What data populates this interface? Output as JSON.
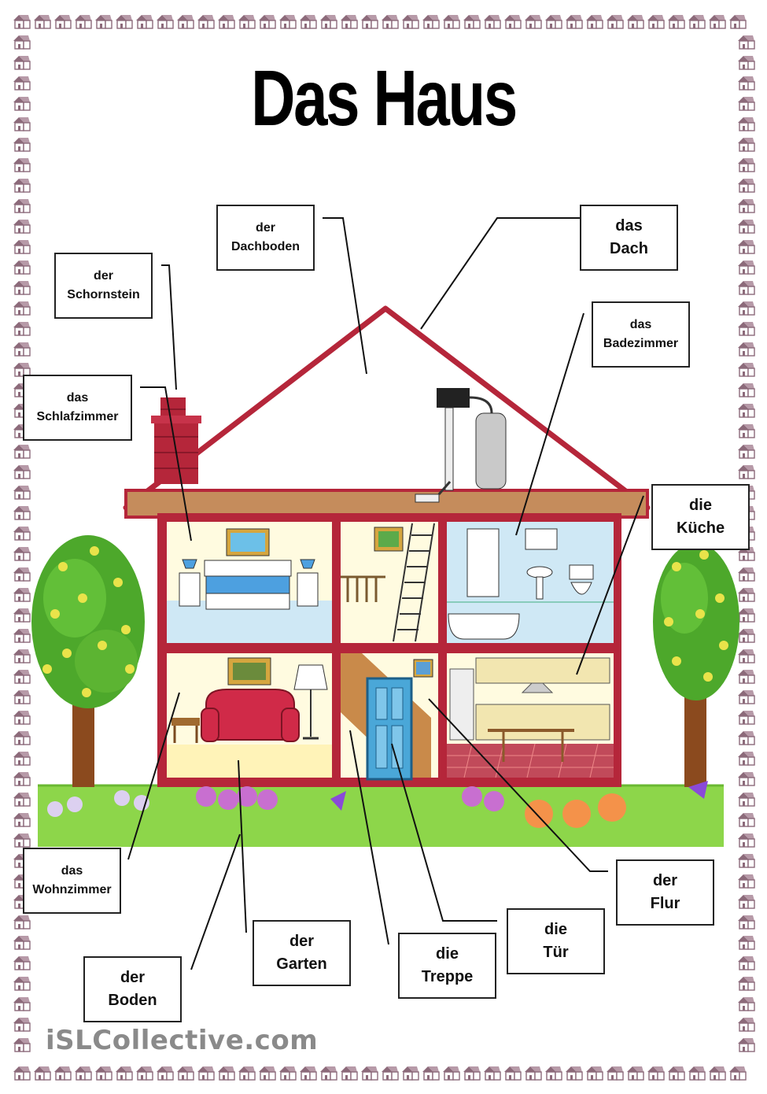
{
  "title": "Das Haus",
  "footer": "iSLCollective.com",
  "labels": {
    "dachboden": [
      "der",
      "Dachboden"
    ],
    "dach": [
      "das",
      "Dach"
    ],
    "schornstein": [
      "der",
      "Schornstein"
    ],
    "badezimmer": [
      "das",
      "Badezimmer"
    ],
    "schlafzimmer": [
      "das",
      "Schlafzimmer"
    ],
    "kueche": [
      "die",
      "Küche"
    ],
    "wohnzimmer": [
      "das",
      "Wohnzimmer"
    ],
    "flur": [
      "der",
      "Flur"
    ],
    "tuer": [
      "die",
      "Tür"
    ],
    "garten": [
      "der",
      "Garten"
    ],
    "treppe": [
      "die",
      "Treppe"
    ],
    "boden": [
      "der",
      "Boden"
    ]
  },
  "colors": {
    "house_frame": "#b5263a",
    "roof_underside": "#c58c5c",
    "grass": "#8dd64a",
    "room_wall": "#fffbe0",
    "bathroom_wall": "#cfe8f5",
    "border_icon": "#8c6a7a"
  }
}
